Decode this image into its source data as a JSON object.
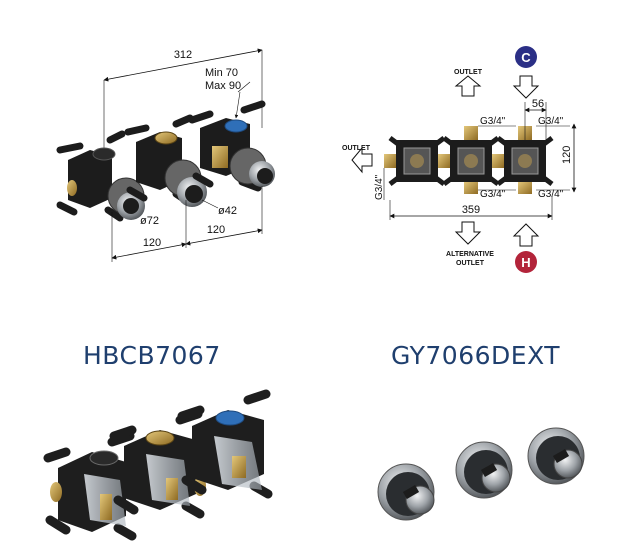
{
  "codes": {
    "left": "HBCB7067",
    "right": "GY7066DEXT"
  },
  "left_drawing": {
    "overall_width": "312",
    "depth_min": "Min 70",
    "depth_max": "Max 90",
    "pitch_1": "120",
    "pitch_2": "120",
    "dia_rosette": "ø72",
    "dia_knob": "ø42"
  },
  "right_drawing": {
    "outlet_top": "OUTLET",
    "outlet_left": "OUTLET",
    "alt_outlet_line1": "ALTERNATIVE",
    "alt_outlet_line2": "OUTLET",
    "cold_badge": "C",
    "hot_badge": "H",
    "dim_56": "56",
    "dim_120": "120",
    "dim_359": "359",
    "thread": "G3/4\"",
    "thread_side": "G3/4\""
  },
  "colors": {
    "code_text": "#1f3f6e",
    "cold_badge": "#2b2f86",
    "hot_badge": "#b3243a",
    "body_black": "#1c1c1c",
    "brass": "#b8923a",
    "chrome": "#9ea3a8"
  }
}
